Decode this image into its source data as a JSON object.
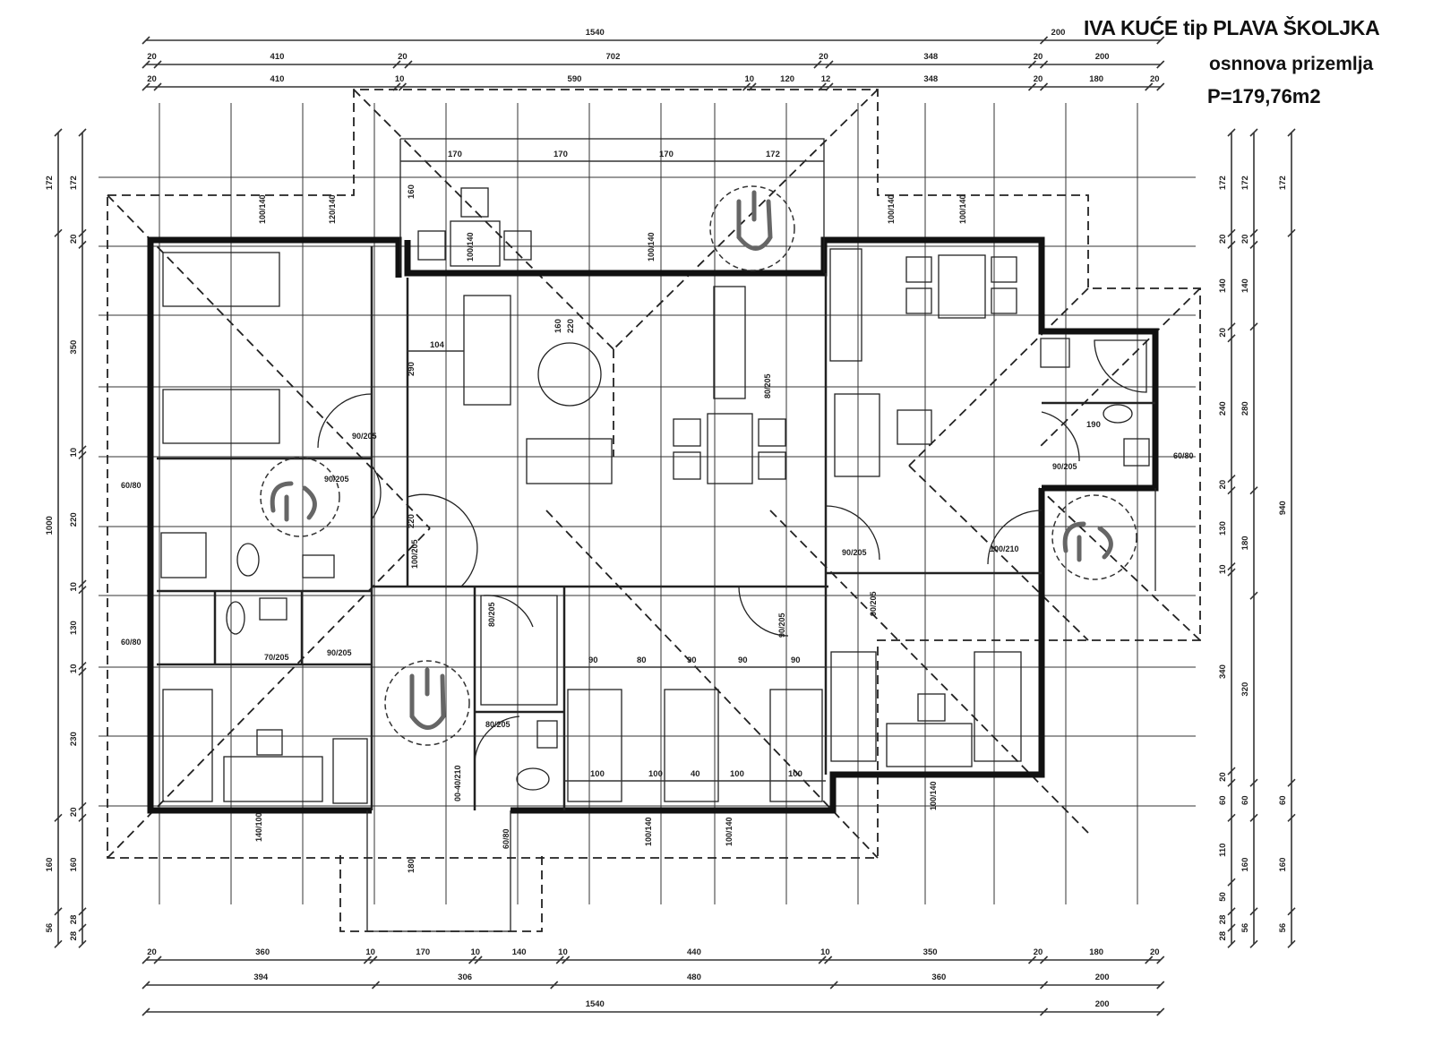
{
  "title": {
    "line1": "IVA KUĆE tip PLAVA ŠKOLJKA",
    "line2": "osnnova prizemlja",
    "line3": "P=179,76m2"
  },
  "dimensions": {
    "top": [
      [
        1540,
        200
      ],
      [
        20,
        410,
        20,
        702,
        20,
        348,
        20,
        200
      ],
      [
        20,
        410,
        10,
        590,
        10,
        120,
        12,
        348,
        20,
        180,
        20
      ]
    ],
    "bottom": [
      [
        20,
        360,
        10,
        170,
        10,
        140,
        10,
        440,
        10,
        350,
        20,
        180,
        20
      ],
      [
        394,
        306,
        480,
        360,
        200
      ],
      [
        1540,
        200
      ]
    ],
    "left": [
      [
        172,
        1000,
        160,
        56
      ],
      [
        172,
        20,
        350,
        10,
        220,
        10,
        130,
        10,
        230,
        20,
        160,
        28,
        28
      ]
    ],
    "right": [
      [
        172,
        20,
        140,
        20,
        240,
        20,
        130,
        10,
        340,
        20,
        60,
        110,
        50,
        28,
        28
      ],
      [
        172,
        20,
        140,
        280,
        180,
        320,
        60,
        160,
        56
      ],
      [
        172,
        940,
        60,
        160,
        56
      ]
    ]
  },
  "terrace_dims": [
    "170",
    "170",
    "170",
    "172",
    "160"
  ],
  "doors": [
    "90/205",
    "90/205",
    "70/205",
    "90/205",
    "100/205",
    "80/205",
    "80/205",
    "00-40/210",
    "80/205",
    "90/205",
    "90/205",
    "90/205",
    "100/210",
    "90/205"
  ],
  "windows": [
    "100/140",
    "120/140",
    "100/140",
    "100/140",
    "100/140",
    "100/140",
    "60/80",
    "60/80",
    "60/80",
    "140/100",
    "100/140",
    "100/140",
    "100/140",
    "60/80"
  ],
  "interior_dims": {
    "row_top": [
      "90",
      "80",
      "90",
      "90",
      "90"
    ],
    "row_bottom": [
      "100",
      "100",
      "40",
      "100",
      "100"
    ],
    "misc": [
      "104",
      "290",
      "160",
      "220",
      "220",
      "190",
      "180"
    ]
  }
}
